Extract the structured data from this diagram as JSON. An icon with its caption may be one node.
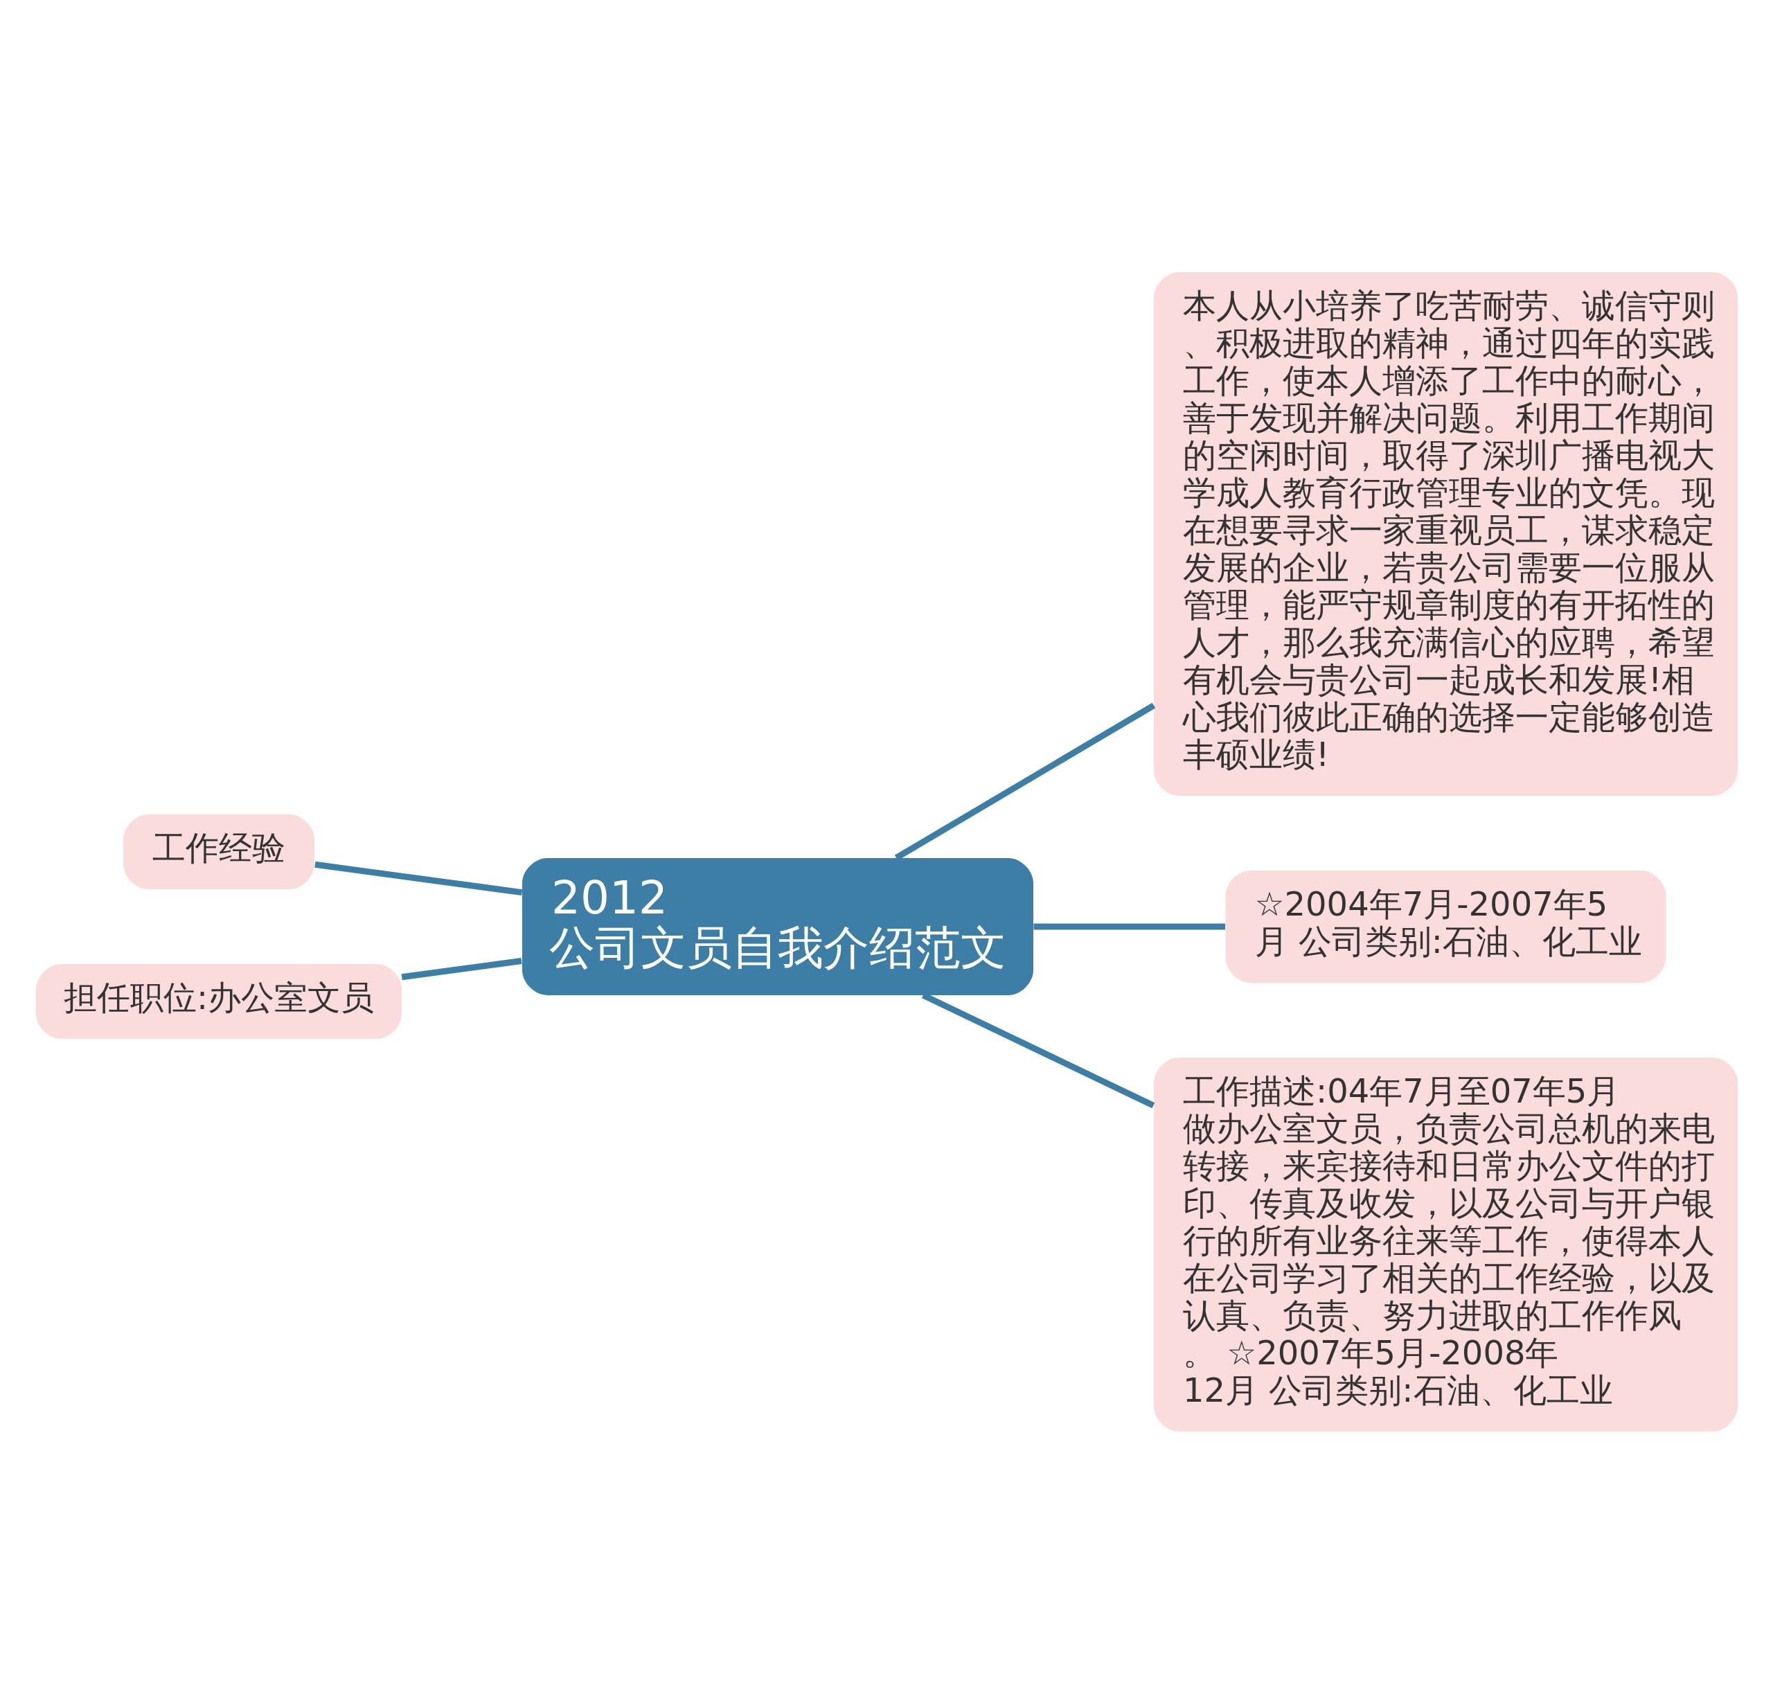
{
  "diagram": {
    "nodes": [
      {
        "text": [
          "2012 公司文员自我介绍范文"
        ]
      },
      {
        "text": [
          "工作经验"
        ]
      },
      {
        "text": [
          "担任职位:办公室文员"
        ]
      },
      {
        "text": [
          "本人从小培养了吃苦耐劳、诚信守则、积极进取的精神，通过四年的实践工作，使本人增添了工作中的耐心，善于发现并解决问题。利用工作期间的空闲时间，取得了深圳广播电视大学成人教育行政管理专业的文凭。现在想要寻求一家重视员工，谋求稳定发展的企业，若贵公司需要一位服从管理，能严守规章制度的有开拓性的人才，那么我充满信心的应聘，希望有机会与贵公司一起成长和发展!相心我们彼此正确的选择一定能够创造丰硕业绩!"
        ]
      },
      {
        "text": [
          "☆2004年7月-2007年5月 公司类别:石油、化工业"
        ]
      },
      {
        "text": [
          "工作描述:04年7月至07年5月做办公室文员，负责公司总机的来电转接，来宾接待和日常办公文件的打印、传真及收发，以及公司与开户银行的所有业务往来等工作，使得本人在公司学习了相关的工作经验，以及认真、负责、努力进取的工作作风。 ☆2007年5月-2008年12月 公司类别:石油、化工业"
        ]
      }
    ],
    "edges": [
      {
        "from": 0,
        "to": 1,
        "arrow": "none"
      },
      {
        "from": 0,
        "to": 2,
        "arrow": "none"
      },
      {
        "from": 0,
        "to": 3,
        "arrow": "none"
      },
      {
        "from": 0,
        "to": 4,
        "arrow": "none"
      },
      {
        "from": 0,
        "to": 5,
        "arrow": "none"
      }
    ]
  }
}
